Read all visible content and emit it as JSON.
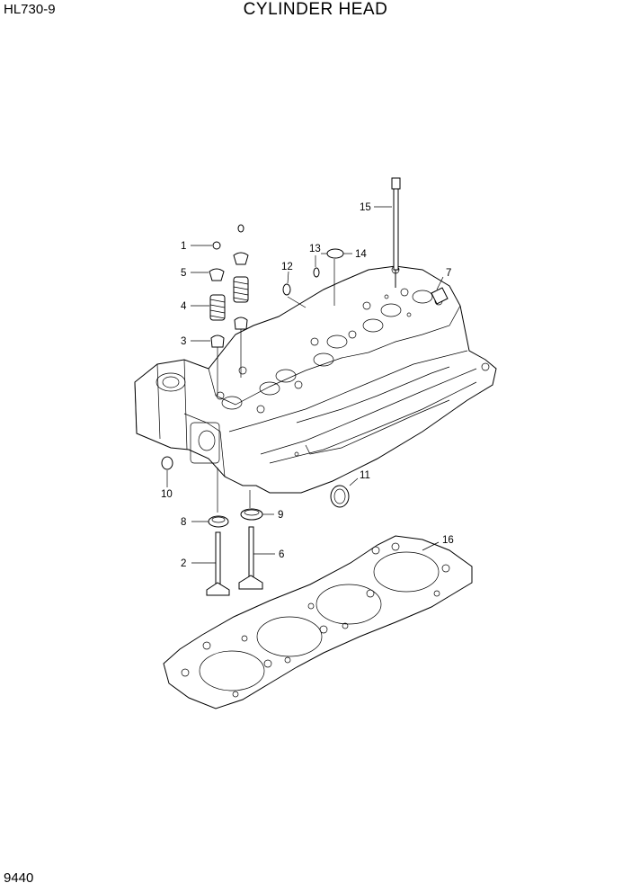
{
  "header": {
    "model": "HL730-9",
    "title": "CYLINDER HEAD"
  },
  "footer": {
    "page_number": "9440"
  },
  "callouts": {
    "c1": "1",
    "c2": "2",
    "c3": "3",
    "c4": "4",
    "c5": "5",
    "c6": "6",
    "c7": "7",
    "c8": "8",
    "c9": "9",
    "c10": "10",
    "c11": "11",
    "c12": "12",
    "c13": "13",
    "c14": "14",
    "c15": "15",
    "c16": "16"
  }
}
